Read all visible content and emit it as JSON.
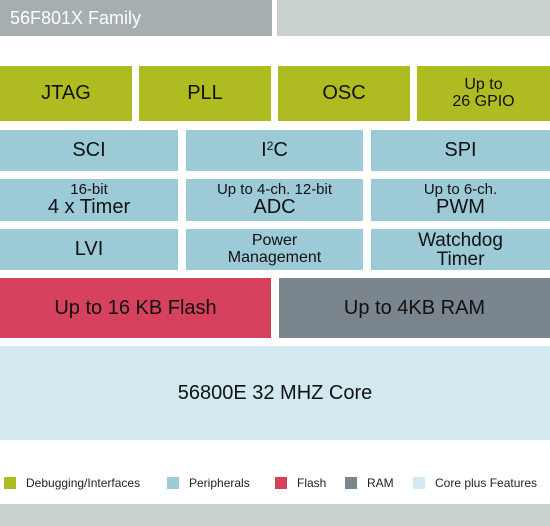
{
  "header": {
    "title": "56F801X Family"
  },
  "colors": {
    "title_bar": "#a6aeaf",
    "title_bar_right": "#c9d0d0",
    "debugging": "#aebc22",
    "peripherals": "#9ccbd7",
    "flash": "#d6415e",
    "ram": "#7a858d",
    "core": "#d1e9ef",
    "bottom_bar": "#c9d0d0"
  },
  "row1": {
    "jtag": "JTAG",
    "pll": "PLL",
    "osc": "OSC",
    "gpio_line1": "Up to",
    "gpio_line2": "26 GPIO"
  },
  "row2": {
    "sci": "SCI",
    "i2c_base": "I",
    "i2c_sup": "2",
    "i2c_tail": "C",
    "spi": "SPI"
  },
  "row3": {
    "timer_line1": "16-bit",
    "timer_line2": "4 x Timer",
    "adc_line1": "Up to 4-ch. 12-bit",
    "adc_line2": "ADC",
    "pwm_line1": "Up to 6-ch.",
    "pwm_line2": "PWM"
  },
  "row4": {
    "lvi": "LVI",
    "power_line1": "Power",
    "power_line2": "Management",
    "watchdog_line1": "Watchdog",
    "watchdog_line2": "Timer"
  },
  "memory": {
    "flash": "Up to 16 KB Flash",
    "ram": "Up to 4KB RAM"
  },
  "core": {
    "label": "56800E 32 MHZ Core"
  },
  "legend": [
    {
      "label": "Debugging/Interfaces",
      "color": "#aebc22"
    },
    {
      "label": "Peripherals",
      "color": "#9ccbd7"
    },
    {
      "label": "Flash",
      "color": "#d6415e"
    },
    {
      "label": "RAM",
      "color": "#7a858d"
    },
    {
      "label": "Core plus Features",
      "color": "#d1e9ef"
    }
  ]
}
